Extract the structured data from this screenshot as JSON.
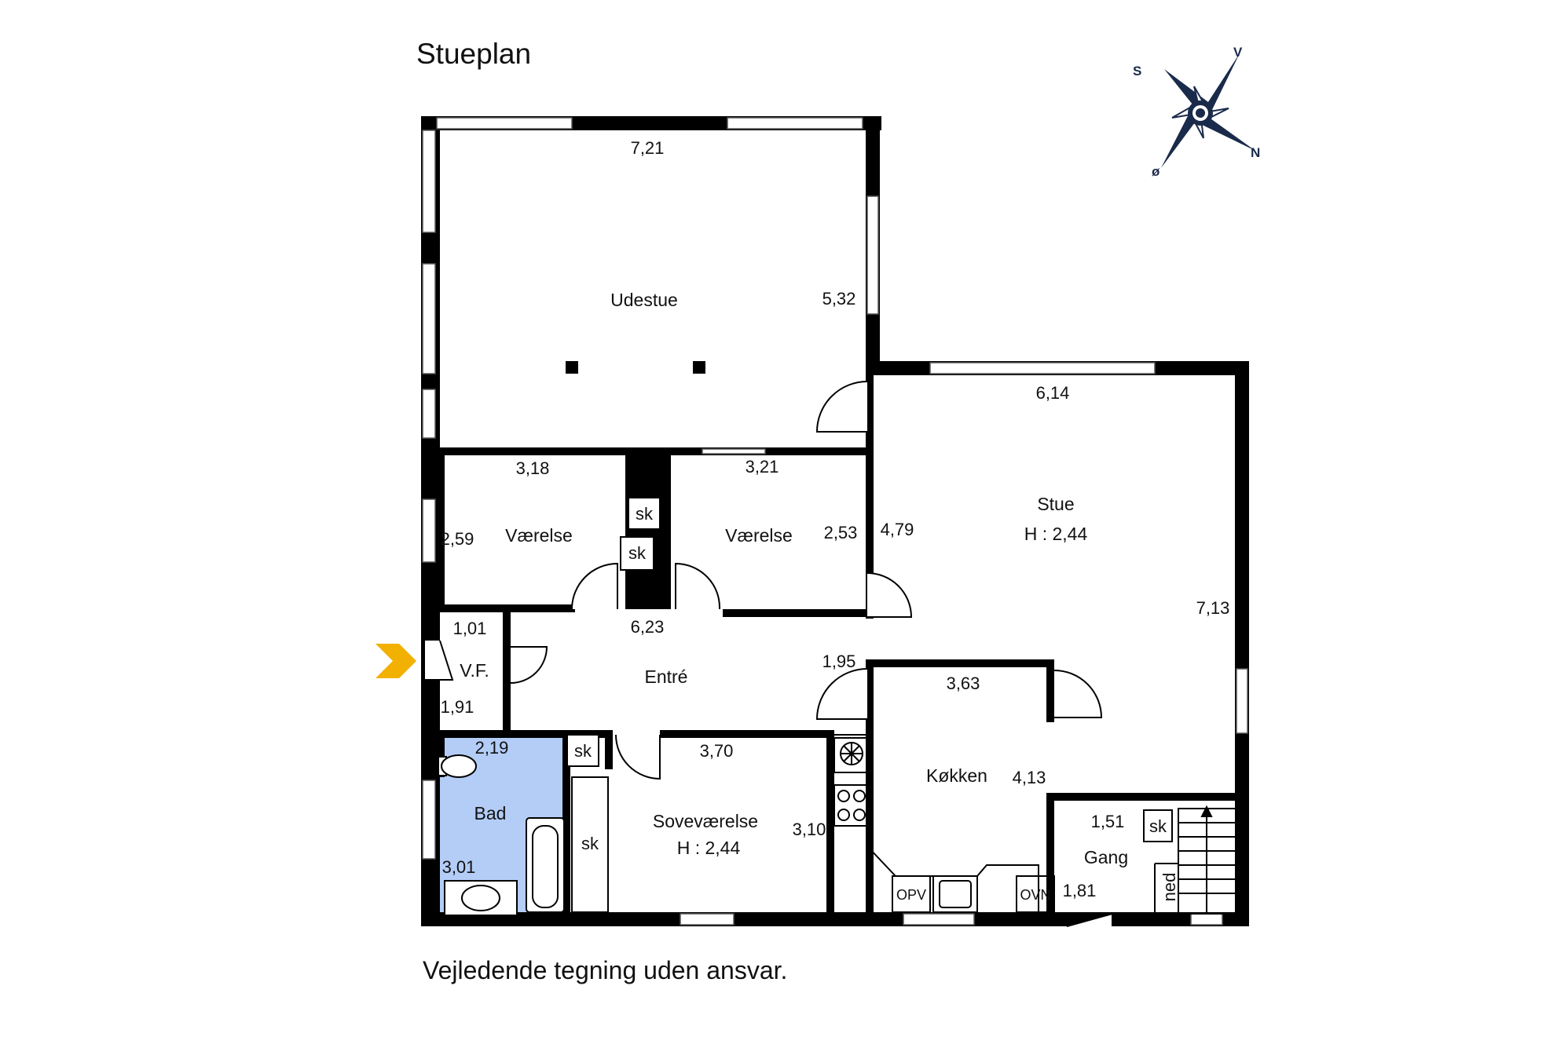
{
  "title": "Stueplan",
  "disclaimer": "Vejledende tegning uden ansvar.",
  "compass": {
    "s": "S",
    "v": "V",
    "n": "N",
    "o": "ø"
  },
  "rooms": {
    "udestue": "Udestue",
    "vaerelse_left": "Værelse",
    "vaerelse_right": "Værelse",
    "stue": "Stue",
    "stue_height": "H :  2,44",
    "vf": "V.F.",
    "entre": "Entré",
    "bad": "Bad",
    "sovevaerelse": "Soveværelse",
    "sovevaerelse_height": "H :  2,44",
    "kokken": "Køkken",
    "gang": "Gang"
  },
  "dimensions": {
    "udestue_w": "7,21",
    "udestue_h": "5,32",
    "stue_w": "6,14",
    "stue_h1": "4,79",
    "stue_h2": "7,13",
    "vaerelse_l_w": "3,18",
    "vaerelse_l_h": "2,59",
    "vaerelse_r_w": "3,21",
    "vaerelse_r_h": "2,53",
    "vf_w": "1,01",
    "vf_h": "1,91",
    "entre_w": "6,23",
    "entre_h": "1,95",
    "bad_w": "2,19",
    "bad_h": "3,01",
    "sove_w": "3,70",
    "sove_h": "3,10",
    "kokken_w": "3,63",
    "kokken_h": "4,13",
    "gang_w": "1,51",
    "gang_h": "1,81"
  },
  "fixtures": {
    "sk_1": "sk",
    "sk_2": "sk",
    "sk_3": "sk",
    "sk_4": "sk",
    "sk_5": "sk",
    "opv": "OPV",
    "ovn": "OVN",
    "ned": "ned"
  },
  "colors": {
    "wall": "#000000",
    "bath_fill": "#b3cdf7",
    "entrance_arrow": "#f2b000",
    "compass_dark": "#1a2a4a"
  }
}
